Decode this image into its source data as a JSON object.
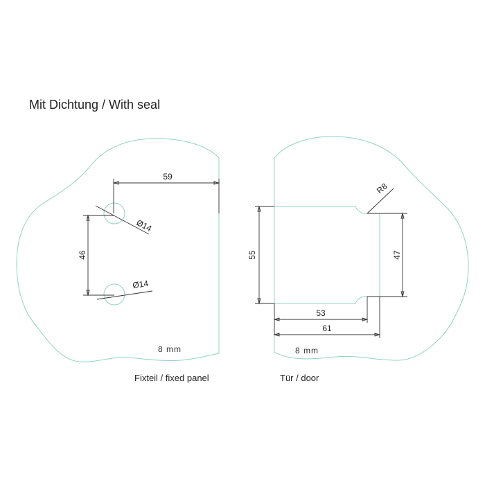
{
  "title": "Mit Dichtung / With seal",
  "colors": {
    "glass_outline": "#8fd3c4",
    "dimension_line": "#333333"
  },
  "fixed_panel": {
    "caption": "Fixteil / fixed panel",
    "thickness": "8  mm",
    "dims": {
      "width": "59",
      "hole_spacing": "46",
      "hole_top_diameter": "Ø14",
      "hole_bottom_diameter": "Ø14"
    }
  },
  "door": {
    "caption": "Tür / door",
    "thickness": "8  mm",
    "dims": {
      "height_outer": "55",
      "height_inner": "47",
      "width_inner": "53",
      "width_outer": "61",
      "radius": "R8"
    }
  }
}
